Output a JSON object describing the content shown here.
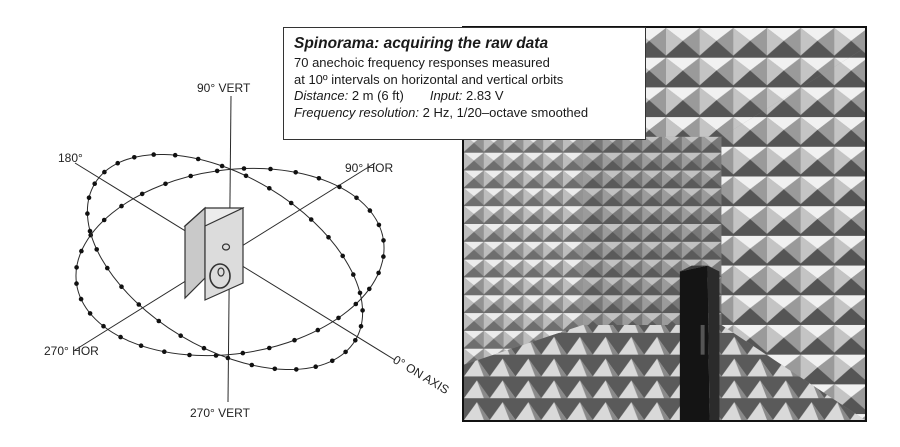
{
  "diagram": {
    "labels": {
      "vert_90": "90° VERT",
      "hor_180": "180°",
      "hor_90": "90° HOR",
      "hor_270": "270° HOR",
      "on_axis": "0° ON AXIS",
      "vert_270": "270° VERT"
    },
    "points_per_orbit": 36,
    "measurement_interval_deg": 10
  },
  "info": {
    "title": "Spinorama: acquiring the raw data",
    "line1": "70 anechoic frequency responses measured",
    "line2": "at 10º intervals on horizontal and vertical orbits",
    "distance_label": "Distance:",
    "distance_value": " 2 m (6 ft)",
    "input_label": "Input:",
    "input_value": " 2.83 V",
    "resolution_label": "Frequency resolution:",
    "resolution_value": " 2 Hz, 1/20–octave smoothed"
  },
  "photo": {
    "subject": "anechoic-chamber-with-loudspeaker"
  },
  "colors": {
    "line": "#2a2a2a",
    "speaker_fill": "#d8d8d8",
    "dot": "#111111"
  }
}
